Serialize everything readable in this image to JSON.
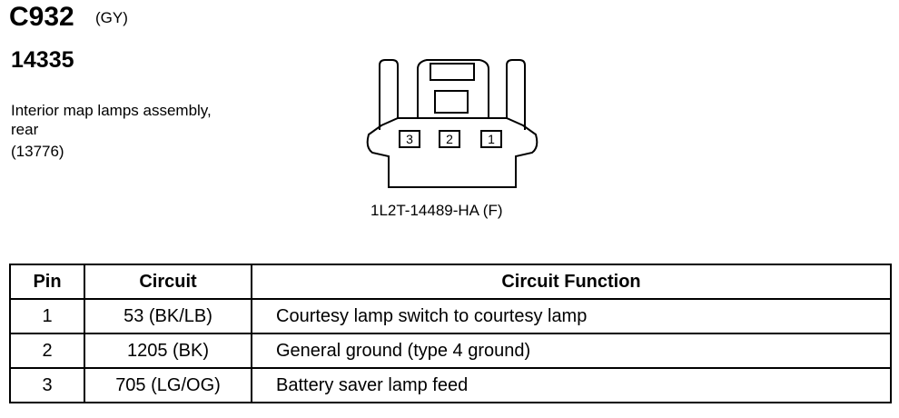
{
  "header": {
    "connector_id": "C932",
    "connector_color": "(GY)",
    "part_number": "14335",
    "description_lines": [
      "Interior map lamps assembly,",
      "rear",
      "(13776)"
    ]
  },
  "diagram": {
    "cavities": [
      "3",
      "2",
      "1"
    ],
    "part_caption": "1L2T-14489-HA (F)"
  },
  "table": {
    "headers": [
      "Pin",
      "Circuit",
      "Circuit Function"
    ],
    "rows": [
      {
        "pin": "1",
        "circuit": "53 (BK/LB)",
        "function": "Courtesy lamp switch to courtesy lamp"
      },
      {
        "pin": "2",
        "circuit": "1205 (BK)",
        "function": "General ground (type 4 ground)"
      },
      {
        "pin": "3",
        "circuit": "705 (LG/OG)",
        "function": "Battery saver lamp feed"
      }
    ]
  }
}
